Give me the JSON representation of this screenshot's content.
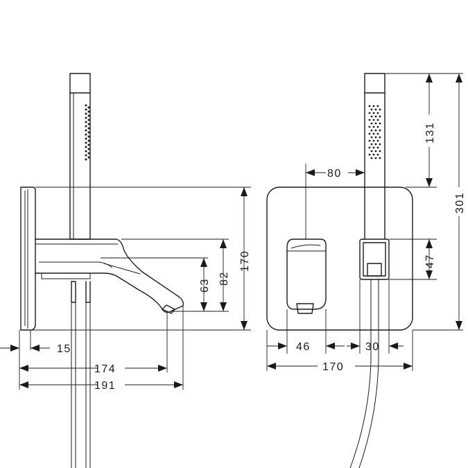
{
  "side_view": {
    "dim_wall_offset": "15",
    "dim_spout_length_1": "174",
    "dim_spout_length_2": "191",
    "dim_spout_height_1": "63",
    "dim_spout_height_2": "82",
    "dim_plate_height": "170"
  },
  "front_view": {
    "dim_handle_offset": "80",
    "dim_hand_shower_height": "131",
    "dim_total_height": "301",
    "dim_holder_height": "47",
    "dim_handle_width": "46",
    "dim_holder_width": "30",
    "dim_plate_width": "170"
  }
}
